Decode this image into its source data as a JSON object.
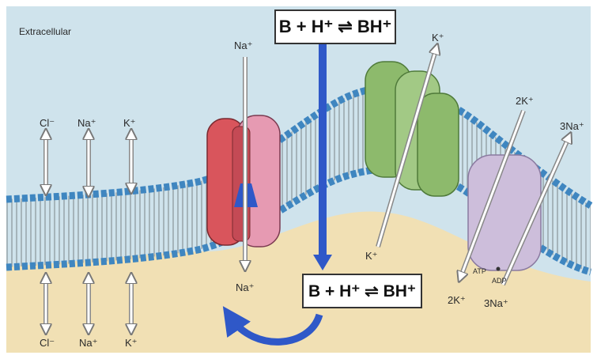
{
  "labels": {
    "region": "Extracellular",
    "left_top": [
      "Cl⁻",
      "Na⁺",
      "K⁺"
    ],
    "left_bottom": [
      "Cl⁻",
      "Na⁺",
      "K⁺"
    ],
    "channel_top": "Na⁺",
    "channel_bottom": "Na⁺",
    "kchannel_top": "K⁺",
    "kchannel_bottom": "K⁺",
    "pump_top_k": "2K⁺",
    "pump_top_na": "3Na⁺",
    "pump_bottom_k": "2K⁺",
    "pump_bottom_na": "3Na⁺",
    "atp": "ATP",
    "adp": "ADP"
  },
  "equations": {
    "top": "B + H⁺ ⇌ BH⁺",
    "bottom": "B + H⁺ ⇌ BH⁺"
  },
  "colors": {
    "extracellular": "#cfe3ec",
    "cytoplasm": "#f1e0b4",
    "lipid_head": "#3f86c0",
    "channel_red": "#d9555c",
    "channel_pink": "#e69ab2",
    "k_channel": "#8dba6c",
    "pump": "#cdbedb",
    "blue_arrow": "#2f58c8"
  }
}
